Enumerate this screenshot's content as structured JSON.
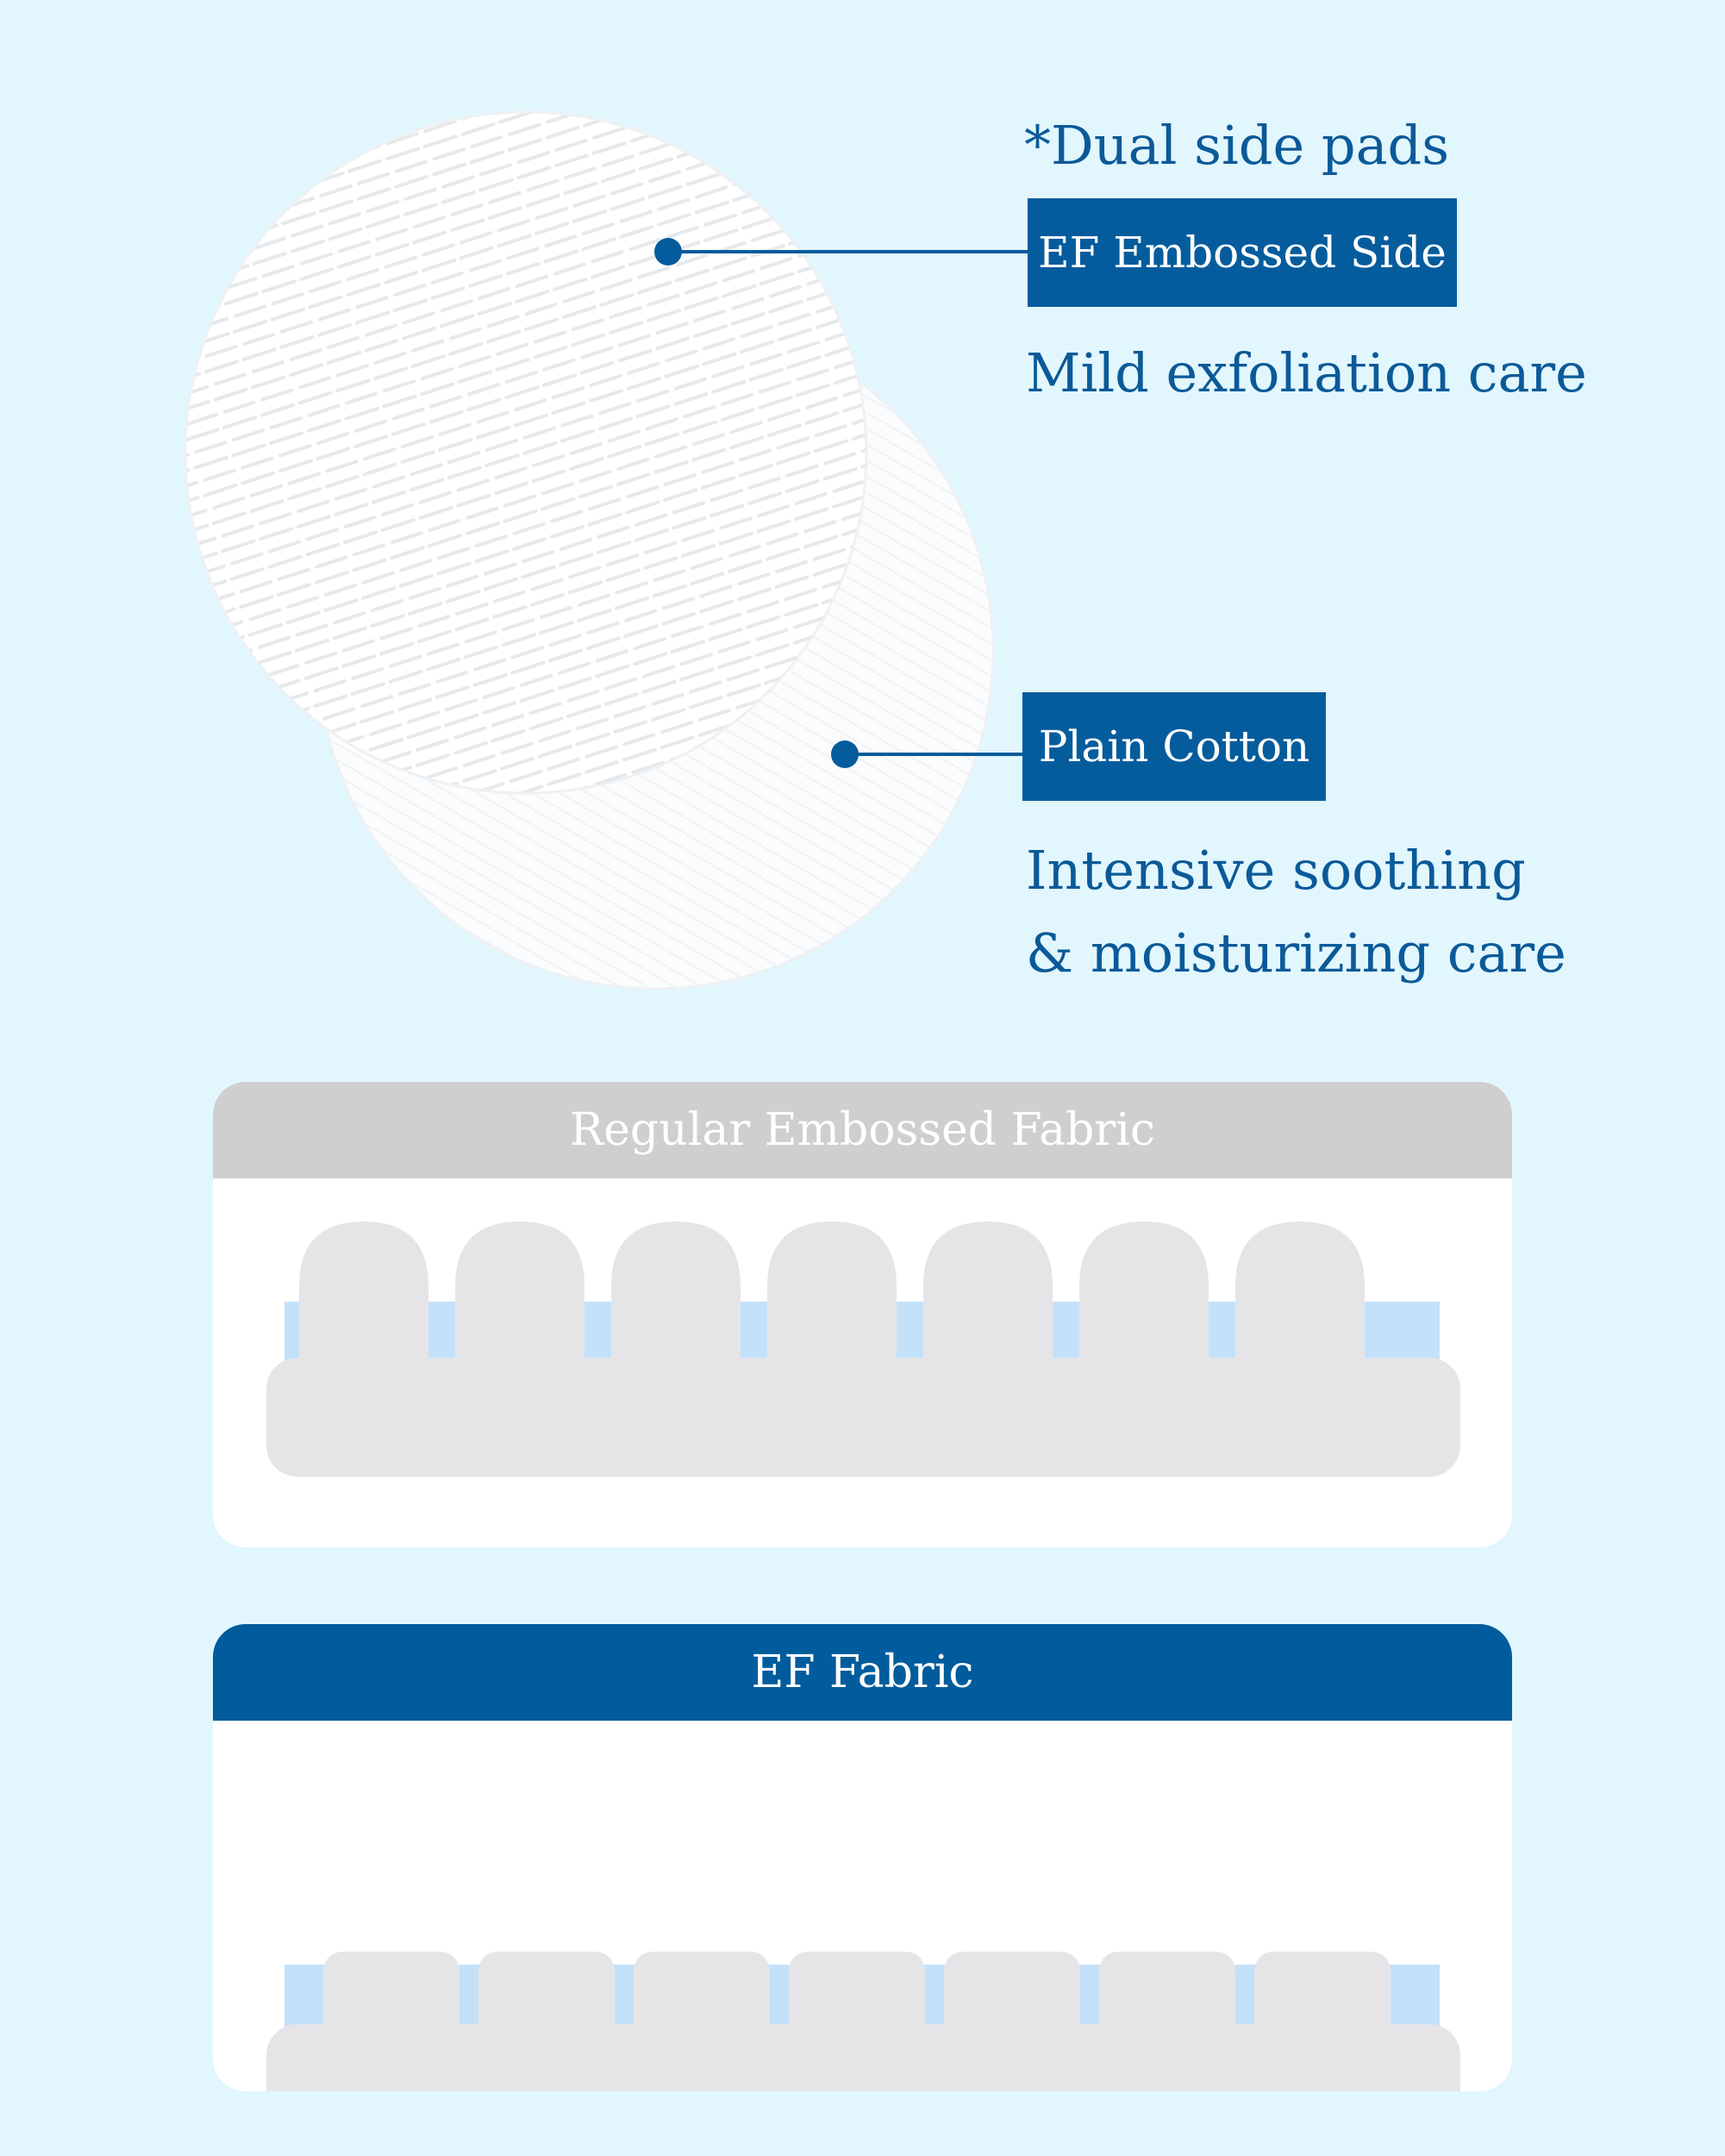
{
  "dual_label": "*Dual side pads",
  "callouts": [
    {
      "tag": "EF Embossed Side",
      "description": "Mild exfoliation care"
    },
    {
      "tag": "Plain Cotton",
      "description_lines": [
        "Intensive soothing",
        "& moisturizing care"
      ]
    }
  ],
  "fabrics": [
    {
      "title": "Regular Embossed Fabric",
      "profile": "rounded-domes",
      "bump_count": 7
    },
    {
      "title": "EF Fabric",
      "profile": "flat-blocks",
      "bump_count": 7
    }
  ],
  "colors": {
    "background": "#e2f6fd",
    "brand_blue": "#055c9d",
    "regular_header": "#cfcfcf",
    "fabric_gray": "#e5e5e8",
    "fabric_accent": "#c4e1fa"
  }
}
